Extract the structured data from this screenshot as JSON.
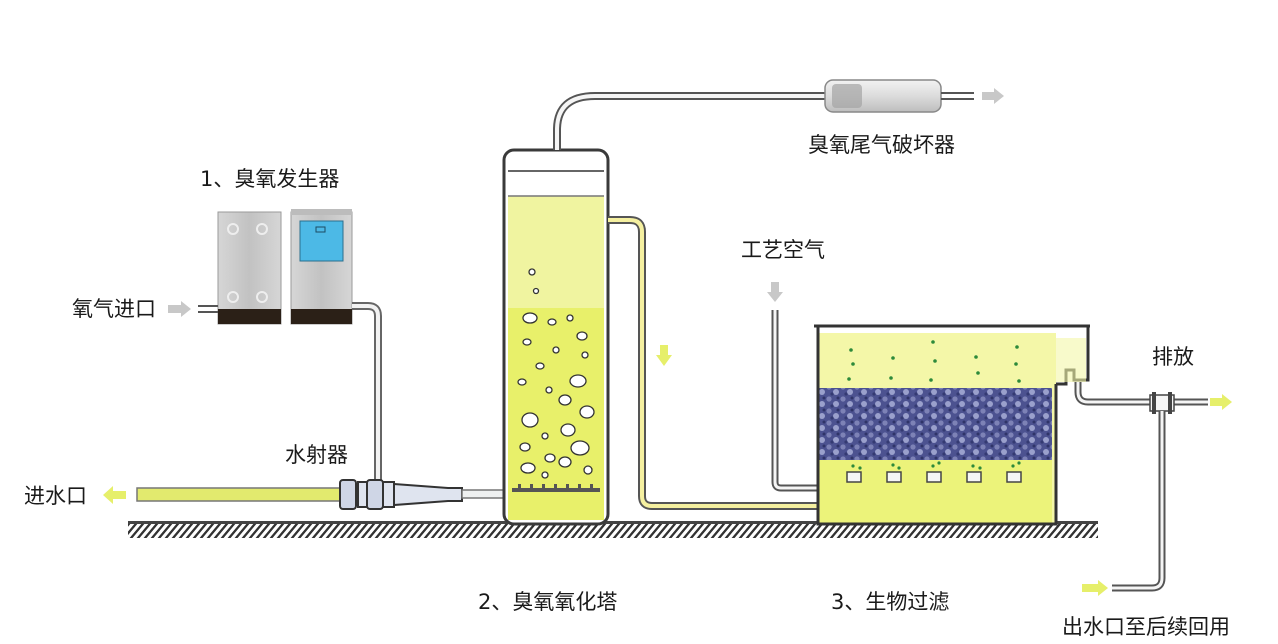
{
  "labels": {
    "ozone_generator": "1、臭氧发生器",
    "oxygen_inlet": "氧气进口",
    "ejector": "水射器",
    "water_inlet": "进水口",
    "oxidation_tower": "2、臭氧氧化塔",
    "tail_gas_destructor": "臭氧尾气破坏器",
    "process_air": "工艺空气",
    "bio_filter": "3、生物过滤",
    "discharge": "排放",
    "outlet_reuse": "出水口至后续回用"
  },
  "colors": {
    "liquid": "#e8f06a",
    "liquid_pale": "#f4f7a8",
    "pipe": "#7a7a7a",
    "arrow": "#c8c8c8",
    "arrow_yellow": "#e6ef6a",
    "screen": "#4cb9e6",
    "media": "#4a4f8c",
    "ground": "#333333"
  },
  "icons": {
    "flow_arrow": "flow-arrow-icon"
  }
}
